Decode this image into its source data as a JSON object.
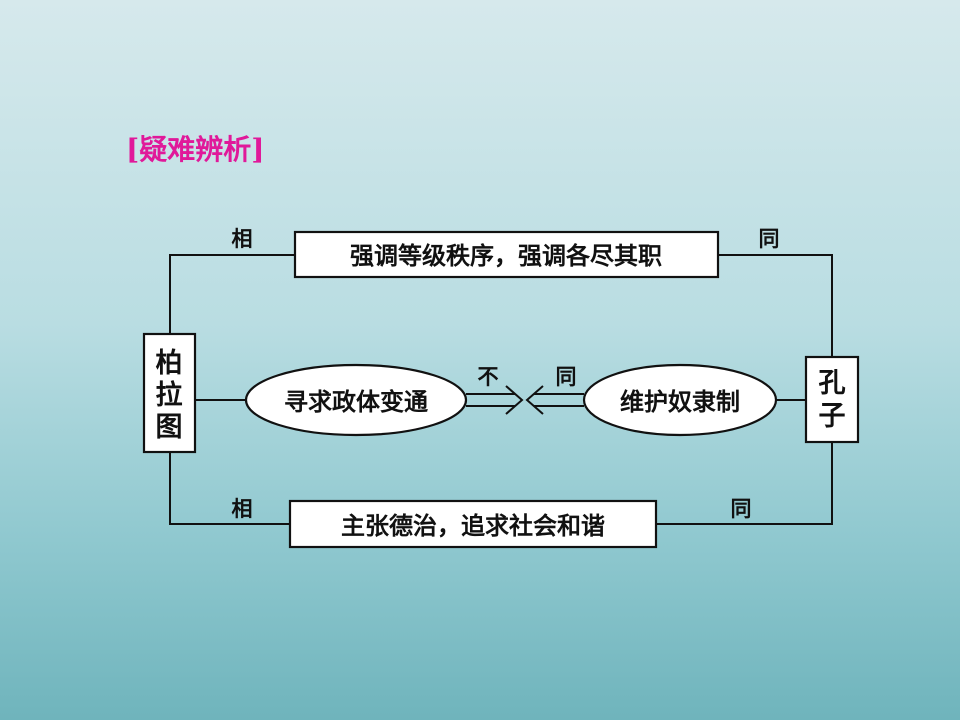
{
  "title": "[疑难辨析]",
  "left_node": {
    "chars": [
      "柏",
      "拉",
      "图"
    ]
  },
  "right_node": {
    "chars": [
      "孔",
      "子"
    ]
  },
  "top_box": "强调等级秩序，强调各尽其职",
  "bottom_box": "主张德治，追求社会和谐",
  "left_ellipse": "寻求政体变通",
  "right_ellipse": "维护奴隶制",
  "labels": {
    "top_left": "相",
    "top_right": "同",
    "bottom_left": "相",
    "bottom_right": "同",
    "middle_left": "不",
    "middle_right": "同"
  }
}
